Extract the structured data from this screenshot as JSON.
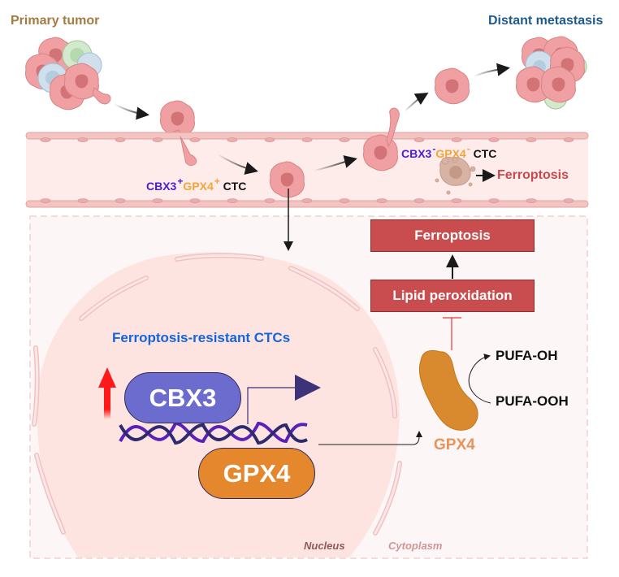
{
  "titles": {
    "primary_tumor": "Primary tumor",
    "distant_metastasis": "Distant metastasis"
  },
  "vessel": {
    "ctc_positive": {
      "cbx3": "CBX3",
      "cbx3_sign": "+",
      "gpx4": "GPX4",
      "gpx4_sign": "+",
      "ctc": "CTC"
    },
    "ctc_negative": {
      "cbx3": "CBX3",
      "cbx3_sign": "-",
      "gpx4": "GPX4",
      "gpx4_sign": "-",
      "ctc": "CTC"
    },
    "ferroptosis_label": "Ferroptosis"
  },
  "pathway": {
    "ferroptosis_box": "Ferroptosis",
    "lipid_peroxidation_box": "Lipid peroxidation",
    "gpx4_protein_label": "GPX4",
    "pufa_oh": "PUFA-OH",
    "pufa_ooh": "PUFA-OOH"
  },
  "nucleus": {
    "title": "Ferroptosis-resistant CTCs",
    "cbx3_label": "CBX3",
    "gpx4_label": "GPX4",
    "nucleus_label": "Nucleus",
    "cytoplasm_label": "Cytoplasm"
  },
  "colors": {
    "cbx3": "#4a1fcf",
    "gpx4": "#f2a53a",
    "ferroptosis_red": "#c94d4e",
    "title_blue": "#1565dc",
    "tumor_cell": "#f0a0a2",
    "inhibition_line": "#e53935",
    "upregulation_arrow": "#ff1a1a"
  }
}
